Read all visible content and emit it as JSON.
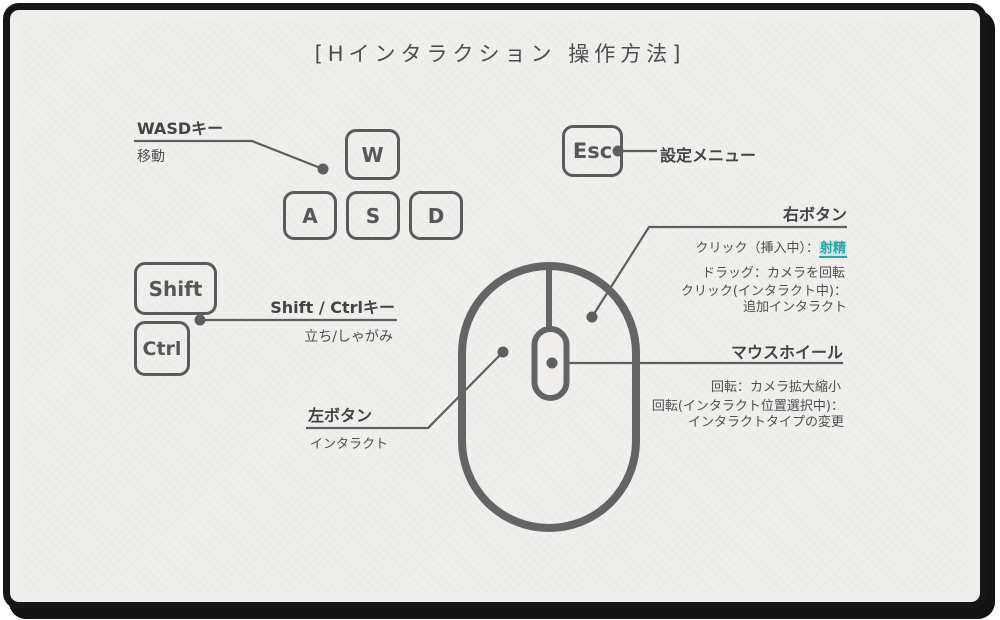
{
  "page": {
    "title": "[Hインタラクション 操作方法]"
  },
  "colors": {
    "accent_teal": "#2fa3a2",
    "accent_teal_bg": "#c9e8e5",
    "line_gray": "#5e5e5e",
    "frame_black": "#161616",
    "paper": "#f0efed"
  },
  "wasd": {
    "label": "WASDキー",
    "action": "移動",
    "keys": {
      "w": "W",
      "a": "A",
      "s": "S",
      "d": "D"
    }
  },
  "esc": {
    "key": "Esc",
    "label": "設定メニュー"
  },
  "shift_ctrl": {
    "keys": {
      "shift": "Shift",
      "ctrl": "Ctrl"
    },
    "label": "Shift / Ctrlキー",
    "action": "立ち/しゃがみ"
  },
  "right_button": {
    "title": "右ボタン",
    "click_insert_prefix": "クリック（挿入中）：",
    "click_insert_value": "射精",
    "drag": "ドラッグ：カメラを回転",
    "click_interact": "クリック(インタラクト中)：\n追加インタラクト"
  },
  "mouse_wheel": {
    "title": "マウスホイール",
    "rotate": "回転：カメラ拡大縮小",
    "rotate_select": "回転(インタラクト位置選択中)：\nインタラクトタイプの変更"
  },
  "left_button": {
    "title": "左ボタン",
    "action": "インタラクト"
  }
}
